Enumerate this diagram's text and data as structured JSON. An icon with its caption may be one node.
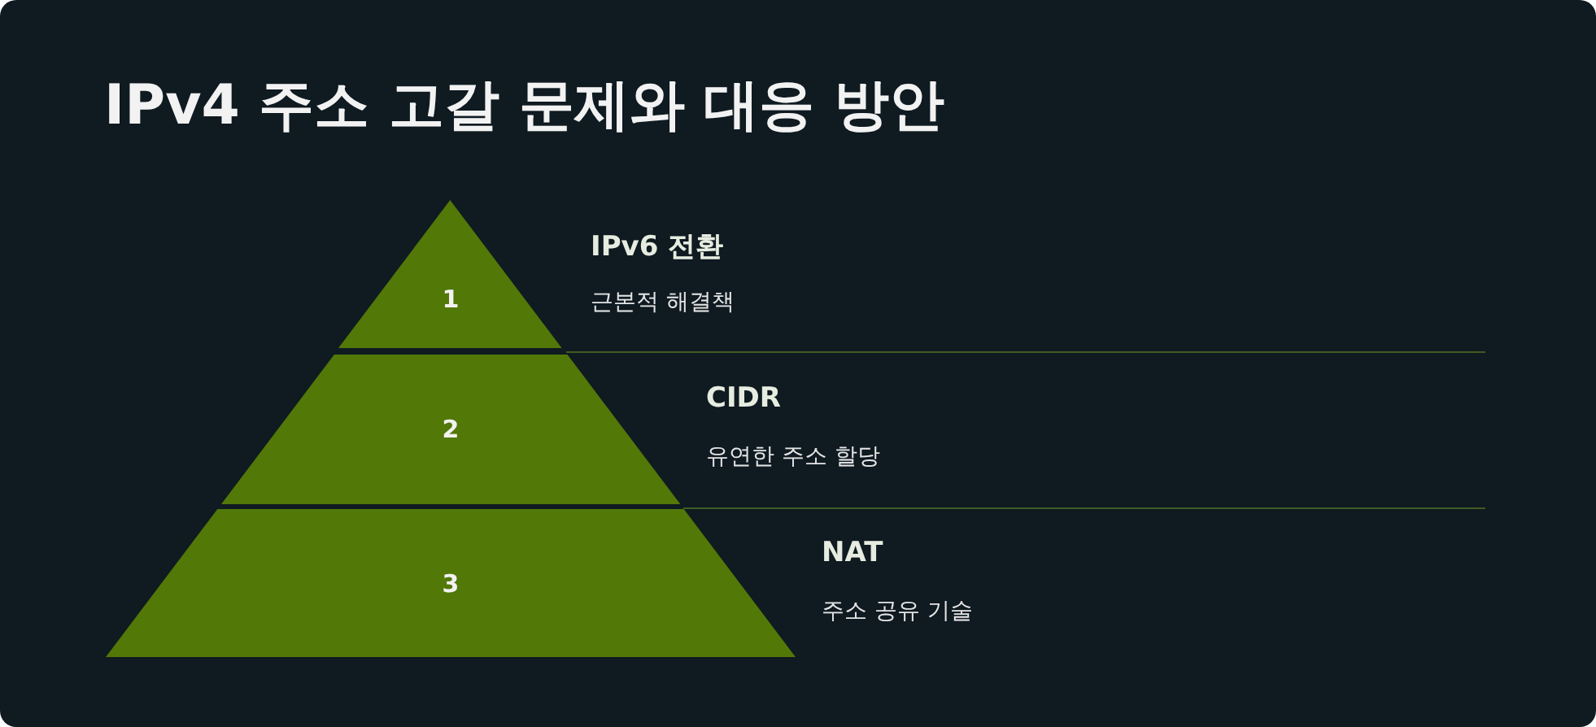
{
  "diagram": {
    "title": "IPv4 주소 고갈 문제와 대응 방안",
    "nodes": [
      {
        "text": [
          "1"
        ],
        "beside": [
          "IPv6 전환",
          "근본적 해결책"
        ]
      },
      {
        "text": [
          "2"
        ],
        "beside": [
          "CIDR",
          "유연한 주소 할당"
        ]
      },
      {
        "text": [
          "3"
        ],
        "beside": [
          "NAT",
          "주소 공유 기술"
        ]
      }
    ]
  }
}
